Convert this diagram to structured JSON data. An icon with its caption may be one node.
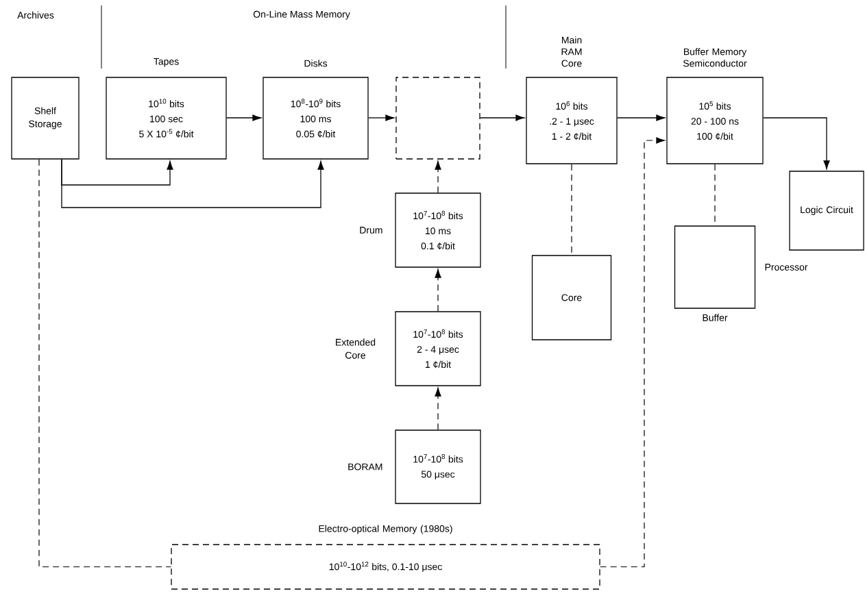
{
  "diagram": {
    "nodes": [
      {
        "text": [
          "Shelf Storage"
        ]
      },
      {
        "text": [
          "Tapes",
          "10$^{10}$ bits",
          "100 sec",
          "5 X 10$^{-5}$ ¢/bit"
        ]
      },
      {
        "text": [
          "Disks",
          "10$^{8}$-10$^{9}$ bits",
          "100 ms",
          "0.05 ¢/bit"
        ]
      },
      {
        "text": [],
        "shape": "box"
      },
      {
        "text": [
          "Main RAM Core",
          "10$^{6}$ bits",
          ".2 - 1 μsec",
          "1 - 2 ¢/bit"
        ]
      },
      {
        "text": [
          "Buffer Memory Semiconductor",
          "10$^{5}$ bits",
          "20 - 100 ns",
          "100 ¢/bit"
        ]
      },
      {
        "text": [
          "Logic Circuit"
        ]
      },
      {
        "text": [
          "10$^{7}$-10$^{8}$ bits",
          "10 ms",
          "0.1 ¢/bit"
        ],
        "beside": [
          "Drum"
        ]
      },
      {
        "text": [
          "10$^{7}$-10$^{8}$ bits",
          "2 - 4 μsec",
          "1 ¢/bit"
        ],
        "beside": [
          "Extended Core"
        ]
      },
      {
        "text": [
          "10$^{7}$-10$^{8}$ bits",
          "50 μsec"
        ],
        "beside": [
          "BORAM"
        ]
      },
      {
        "text": [
          "Core"
        ]
      },
      {
        "text": [],
        "shape": "box",
        "beside": [
          "Processor",
          "Buffer"
        ]
      },
      {
        "text": [
          "Electro-optical Memory (1980s)",
          "10$^{10}$-10$^{12}$ bits, 0.1-10 μsec"
        ]
      }
    ],
    "edges": [
      {
        "from": 0,
        "to": 1,
        "arrow": "to"
      },
      {
        "from": 0,
        "to": 2,
        "arrow": "to"
      },
      {
        "from": 1,
        "to": 2,
        "arrow": "to"
      },
      {
        "from": 2,
        "to": 3,
        "arrow": "to"
      },
      {
        "from": 3,
        "to": 4,
        "arrow": "to"
      },
      {
        "from": 4,
        "to": 5,
        "arrow": "to"
      },
      {
        "from": 5,
        "to": 6,
        "arrow": "to"
      },
      {
        "from": 7,
        "to": 3,
        "arrow": "to",
        "style": "dashed"
      },
      {
        "from": 8,
        "to": 7,
        "arrow": "to",
        "style": "dashed"
      },
      {
        "from": 9,
        "to": 8,
        "arrow": "to",
        "style": "dashed"
      },
      {
        "from": 4,
        "to": 10,
        "arrow": "none",
        "style": "dashed"
      },
      {
        "from": 5,
        "to": 11,
        "arrow": "none",
        "style": "dashed"
      },
      {
        "from": 0,
        "to": 12,
        "arrow": "none",
        "style": "dashed"
      },
      {
        "from": 12,
        "to": 5,
        "arrow": "to",
        "style": "dashed"
      }
    ],
    "labels": [
      "Archives",
      "On-Line Mass Memory"
    ]
  }
}
